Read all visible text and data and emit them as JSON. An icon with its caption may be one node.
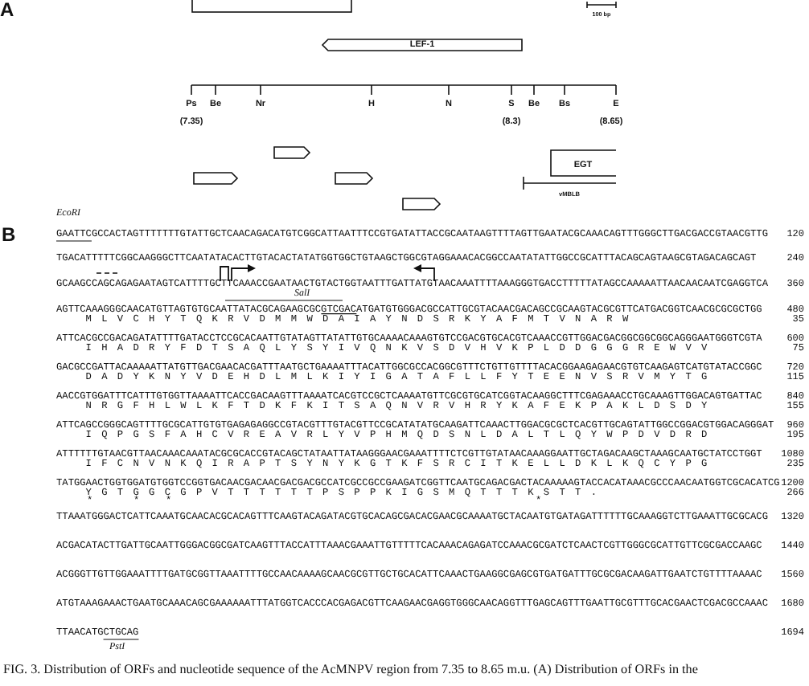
{
  "diagram": {
    "caption": "FIG. 3. Distribution of ORFs and nucleotide sequence of the AcMNPV region from 7.35 to 8.65 m.u. (A) Distribution of ORFs in the",
    "nodes": [
      {
        "text": [],
        "shape": "box"
      },
      {
        "text": [
          "LEF-1"
        ]
      },
      {
        "text": [],
        "shape": "pentagon"
      },
      {
        "text": [
          "EGT"
        ]
      },
      {
        "text": [],
        "shape": "pentagon"
      },
      {
        "text": [],
        "shape": "pentagon"
      },
      {
        "text": [
          "vMBLB"
        ]
      },
      {
        "text": [],
        "shape": "pentagon"
      }
    ],
    "edges": [],
    "labels": [
      "A",
      "100 bp",
      "Ps",
      "Be",
      "Nr",
      "H",
      "N",
      "S",
      "Be",
      "Bs",
      "E",
      "(7.35)",
      "(8.3)",
      "(8.65)",
      "B",
      "EcoRI",
      "GAATTCGCCACTAGTTTTTTTGTATTGCTCAACAGACATGTCGGCATTAATTTCCGTGATATTACCGCAATAAGTTTTAGTTGAATACGCAAACAGTTTGGGCTTGACGACCGTAACGTTG",
      "120",
      "TGACATTTTTCGGCAAGGGCTTCAATATACACTTGTACACTATATGGTGGCTGTAAGCTGGCGTAGGAAACACGGCCAATATATTGGCCGCATTTACAGCAGTAAGCGTAGACAGCAGT",
      "240",
      "GCAAGCCAGCAGAGAATAGTCATTTTGCTTCAAACCGAATAACTGTACTGGTAATTTGATTATGTAACAAATTTTAAAGGGTGACCTTTTTATAGCCAAAAATTAACAACAATCGAGGTCA",
      "360",
      "SalI",
      "AGTTCAAAGGGCAACATGTTAGTGTGCAATTATACGCAGAAGCGCGTCGACATGATGTGGGACGCCATTGCGTACAACGACAGCCGCAAGTACGCGTTCATGACGGTCAACGCGCGCTGG",
      "480",
      "M L V C H Y T Q K R V D M M W D A I A Y N D S R K Y A F M T V N A R W",
      "35",
      "ATTCACGCCGACAGATATTTTGATACCTCCGCACAATTGTATAGTTATATTGTGCAAAACAAAGTGTCCGACGTGCACGTCAAACCGTTGGACGACGGCGGCGGCAGGGAATGGGTCGTA",
      "600",
      "I H A D R Y F D T S A Q L Y S Y I V Q N K V S D V H V K P L D D G G G R E W V V",
      "75",
      "GACGCCGATTACAAAAATTATGTTGACGAACACGATTTAATGCTGAAAATTTACATTGGCGCCACGGCGTTTCTGTTGTTTTACACGGAAGAGAACGTGTCAAGAGTCATGTATACCGGC",
      "720",
      "D A D Y K N Y V D E H D L M L K I Y I G A T A F L L F Y T E E N V S R V M Y T G",
      "115",
      "AACCGTGGATTTCATTTGTGGTTAAAATTCACCGACAAGTTTAAAATCACGTCCGCTCAAAATGTTCGCGTGCATCGGTACAAGGCTTTCGAGAAACCTGCAAAGTTGGACAGTGATTAC",
      "840",
      "N R G F H L W L K F T D K F K I T S A Q N V R V H R Y K A F E K P A K L D S D Y",
      "155",
      "ATTCAGCCGGGCAGTTTTGCGCATTGTGTGAGAGAGGCCGTACGTTTGTACGTTCCGCATATATGCAAGATTCAAACTTGGACGCGCTCACGTTGCAGTATTGGCCGGACGTGGACAGGGAT",
      "960",
      "I Q P G S F A H C V R E A V R L Y V P H M Q D S N L D A L T L Q Y W P D V D R D",
      "195",
      "ATTTTTTGTAACGTTAACAAACAAATACGCGCACCGTACAGCTATAATTATAAGGGAACGAAATTTTCTCGTTGTATAACAAAGGAATTGCTAGACAAGCTAAAGCAATGCTATCCTGGT",
      "1080",
      "I F C N V N K Q I R A P T S Y N Y K G T K F S R C I T K E L L D K L K Q C Y P G",
      "235",
      "TATGGAACTGGTGGATGTGGTCCGGTGACAACGACAACGACGACGCCATCGCCGCCGAAGATCGGTTCAATGCAGACGACTACAAAAAGTACCACATAAACGCCCAACAATGGTCGCACATCG",
      "1200",
      "Y G T G G C G P V T T T T T T P S P P K I G S M Q T T T K S T T .",
      "266",
      "*",
      "*",
      "*",
      "*",
      "TTAAATGGGACTCATTCAAATGCAACACGCACAGTTTCAAGTACAGATACGTGCACAGCGACACGAACGCAAAATGCTACAATGTGATAGATTTTTTGCAAAGGTCTTGAAATTGCGCACG",
      "1320",
      "ACGACATACTTGATTGCAATTGGGACGGCGATCAAGTTTACCATTTAAACGAAATTGTTTTTCACAAACAGAGATCCAAACGCGATCTCAACTCGTTGGGCGCATTGTTCGCGACCAAGC",
      "1440",
      "ACGGGTTGTTGGAAATTTTGATGCGGTTAAATTTTGCCAACAAAAGCAACGCGTTGCTGCACATTCAAACTGAAGGCGAGCGTGATGATTTGCGCGACAAGATTGAATCTGTTTTAAAAC",
      "1560",
      "ATGTAAAGAAACTGAATGCAAACAGCGAAAAAATTTATGGTCACCCACGAGACGTTCAAGAACGAGGTGGGCAACAGGTTTGAGCAGTTTGAATTGCGTTTGCACGAACTCGACGCCAAAC",
      "1680",
      "TTAACATGCTGCAG",
      "1694",
      "PstI"
    ]
  }
}
